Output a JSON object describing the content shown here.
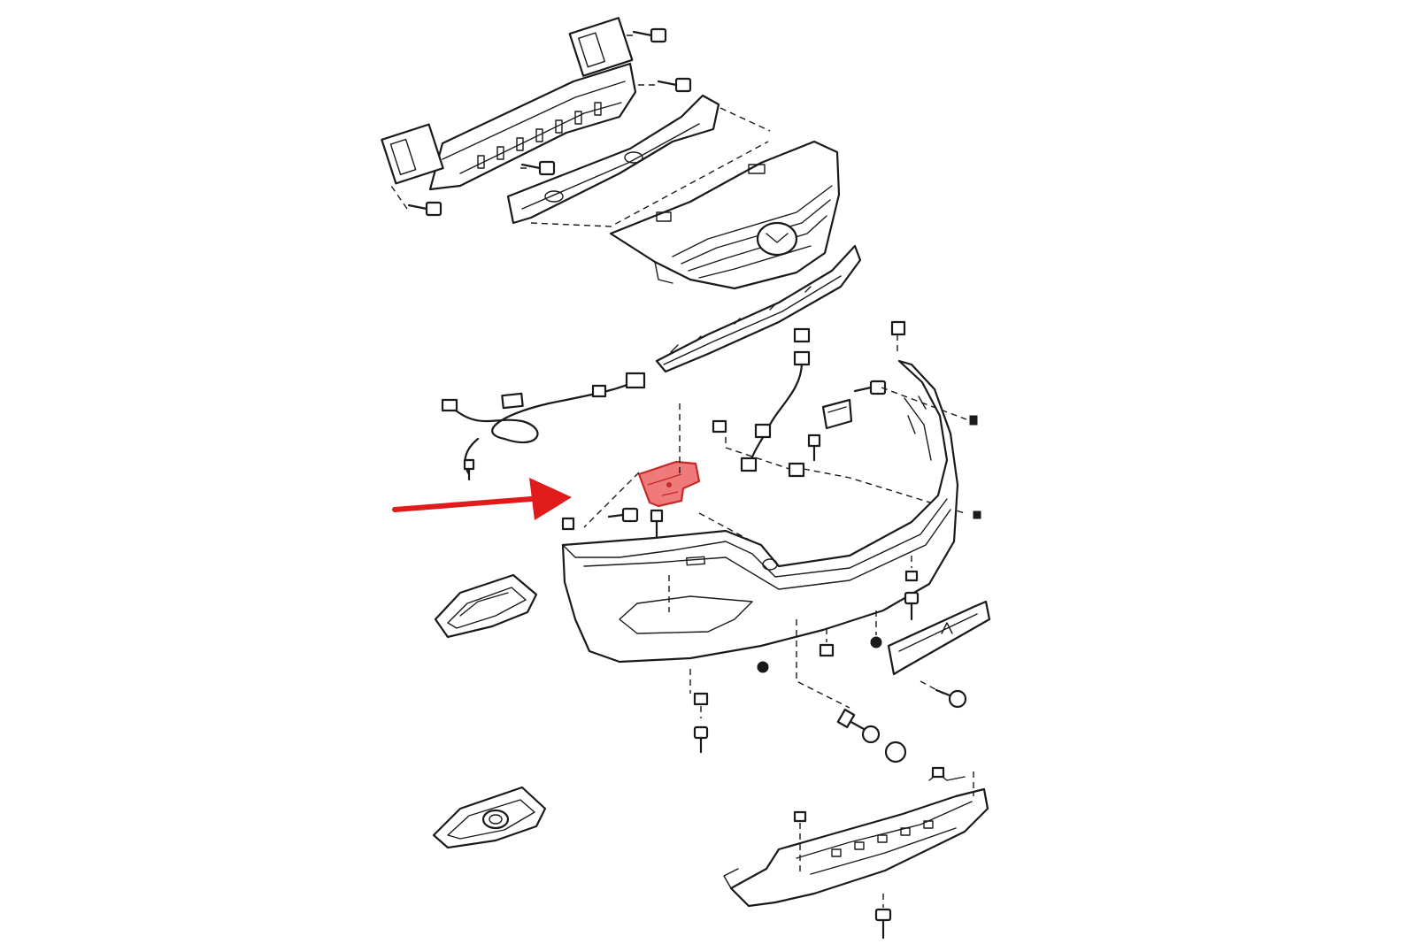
{
  "diagram": {
    "type": "exploded-parts-diagram",
    "colors": {
      "line": "#1a1a1a",
      "background": "#ffffff",
      "highlight_fill": "#f07a7a",
      "highlight_stroke": "#c42a2a",
      "arrow": "#e01b1b"
    },
    "parts": [
      "bumper-reinforcement-beam",
      "energy-absorber",
      "radiator-grille",
      "grille-lower-molding",
      "wiring-harness",
      "bumper-bracket-highlighted",
      "front-bumper-cover",
      "fog-lamp-bezel",
      "fog-lamp-bezel-with-lamp",
      "license-plate-bracket",
      "tow-hook",
      "tow-hook-cap",
      "engine-undercover"
    ],
    "highlighted_part": "bumper-bracket-highlighted",
    "pointer": "red-arrow"
  }
}
